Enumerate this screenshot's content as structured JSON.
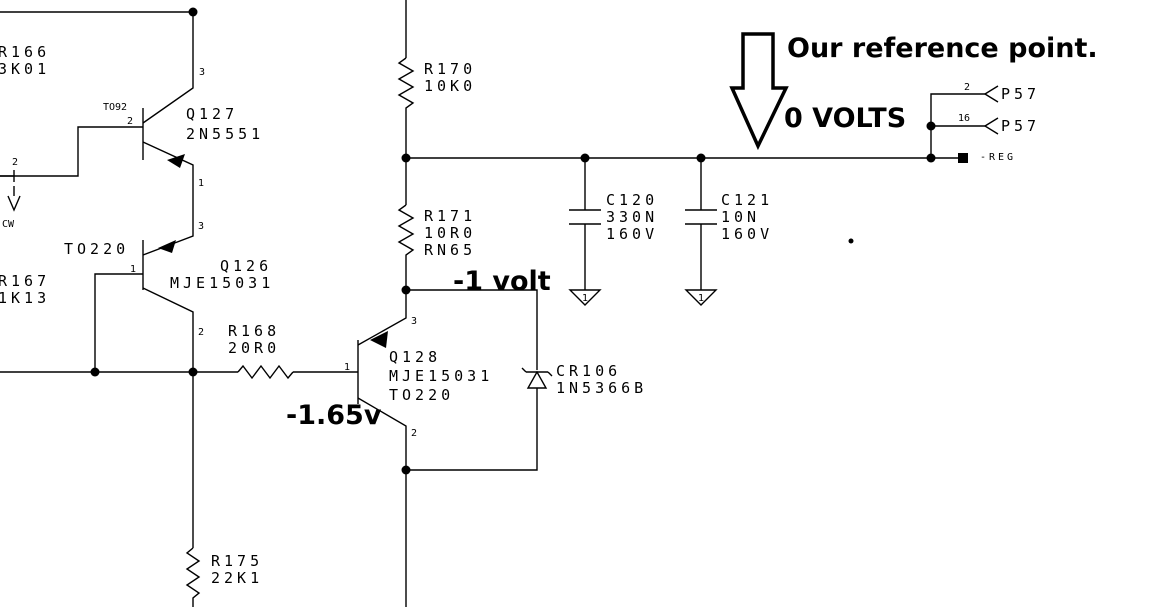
{
  "annotations": {
    "reference": "Our reference point.",
    "zero": "0 VOLTS",
    "minus_one": "-1 volt",
    "minus_165": "-1.65v"
  },
  "components": {
    "R166": {
      "ref": "R166",
      "value": "3K01"
    },
    "R170": {
      "ref": "R170",
      "value": "10K0"
    },
    "Q127": {
      "ref": "Q127",
      "part": "2N5551",
      "package": "TO92"
    },
    "Q126": {
      "ref": "Q126",
      "part": "MJE15031",
      "package": "TO220"
    },
    "R171": {
      "ref": "R171",
      "value": "10R0",
      "extra": "RN65"
    },
    "R167": {
      "ref": "R167",
      "value": "1K13"
    },
    "R168": {
      "ref": "R168",
      "value": "20R0"
    },
    "Q128": {
      "ref": "Q128",
      "part": "MJE15031",
      "package": "TO220"
    },
    "CR106": {
      "ref": "CR106",
      "part": "1N5366B"
    },
    "C120": {
      "ref": "C120",
      "value": "330N",
      "voltage": "160V"
    },
    "C121": {
      "ref": "C121",
      "value": "10N",
      "voltage": "160V"
    },
    "R175": {
      "ref": "R175",
      "value": "22K1"
    }
  },
  "connectors": {
    "p57a": {
      "pin": "2",
      "name": "P57"
    },
    "p57b": {
      "pin": "16",
      "name": "P57"
    },
    "net": "-REG",
    "cw": "CW",
    "cw_pin": "2"
  },
  "pins": {
    "q127_c": "3",
    "q127_b": "2",
    "q127_e": "1",
    "q126_e": "3",
    "q126_b": "1",
    "q126_c": "2",
    "q128_e": "3",
    "q128_b": "1",
    "q128_c": "2",
    "cap_gnd1": "1",
    "cap_gnd2": "1"
  }
}
